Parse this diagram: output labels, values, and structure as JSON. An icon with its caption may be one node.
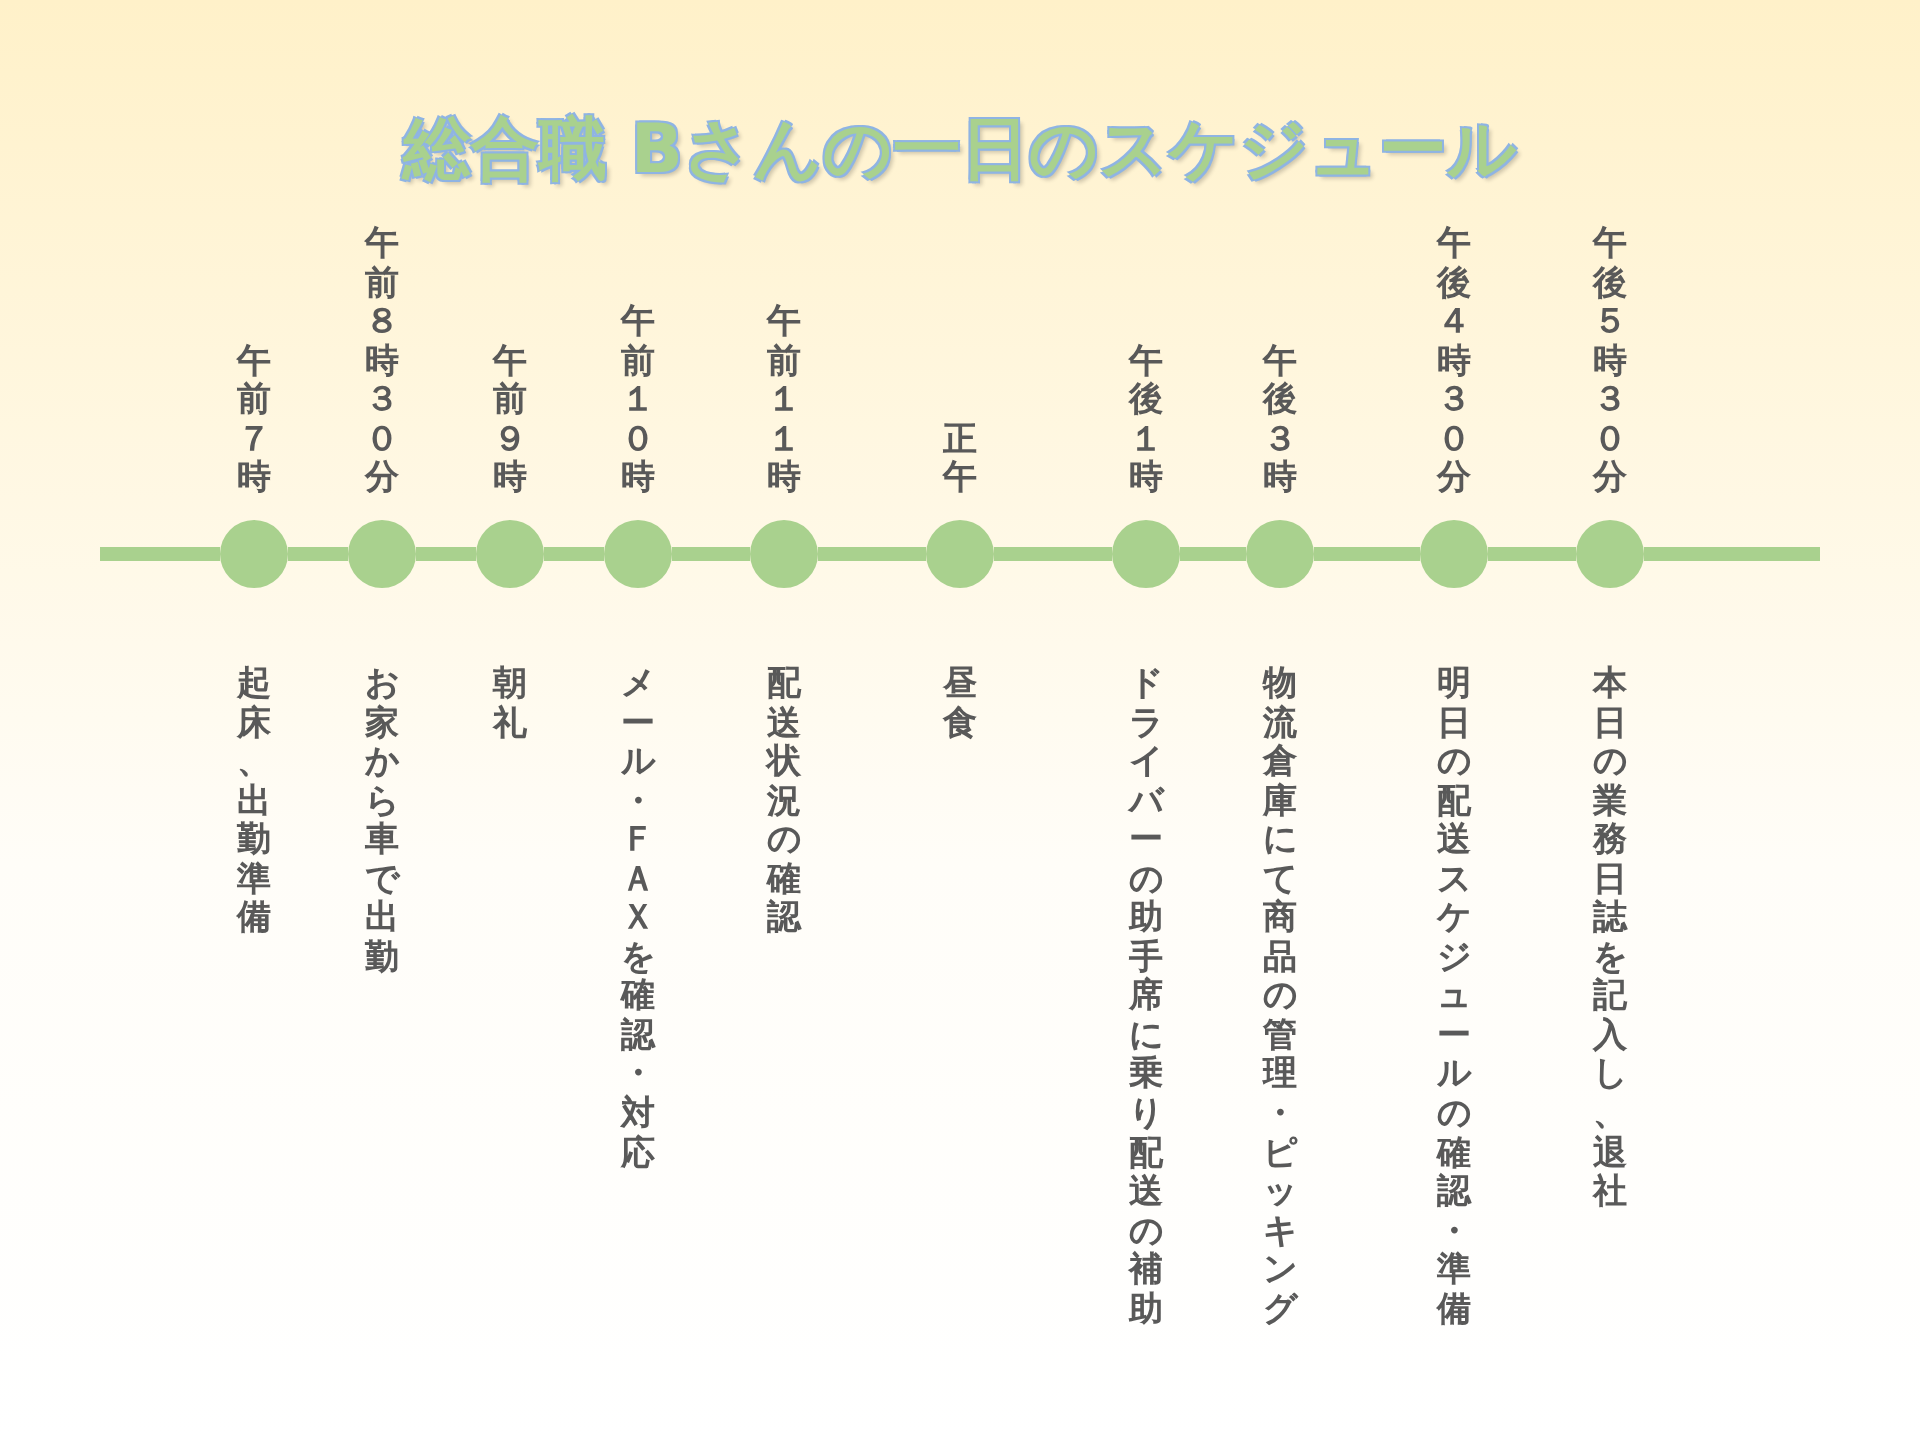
{
  "diagram": {
    "title": "総合職 Bさんの一日のスケジュール",
    "nodes": [
      {
        "text": [],
        "shape": "circle",
        "beside": [
          "午前７時",
          "起床、出勤準備"
        ]
      },
      {
        "text": [],
        "shape": "circle",
        "beside": [
          "午前８時３０分",
          "お家から車で出勤"
        ]
      },
      {
        "text": [],
        "shape": "circle",
        "beside": [
          "午前９時",
          "朝礼"
        ]
      },
      {
        "text": [],
        "shape": "circle",
        "beside": [
          "午前１０時",
          "メール・ＦＡＸを確認・対応"
        ]
      },
      {
        "text": [],
        "shape": "circle",
        "beside": [
          "午前１１時",
          "配送状況の確認"
        ]
      },
      {
        "text": [],
        "shape": "circle",
        "beside": [
          "正午",
          "昼食"
        ]
      },
      {
        "text": [],
        "shape": "circle",
        "beside": [
          "午後１時",
          "ドライバーの助手席に乗り配送の補助"
        ]
      },
      {
        "text": [],
        "shape": "circle",
        "beside": [
          "午後３時",
          "物流倉庫にて商品の管理・ピッキング"
        ]
      },
      {
        "text": [],
        "shape": "circle",
        "beside": [
          "午後４時３０分",
          "明日の配送スケジュールの確認・準備"
        ]
      },
      {
        "text": [],
        "shape": "circle",
        "beside": [
          "午後５時３０分",
          "本日の業務日誌を記入し、退社"
        ]
      }
    ],
    "edges": [
      {
        "from": 0,
        "to": 1,
        "arrow": "none"
      },
      {
        "from": 1,
        "to": 2,
        "arrow": "none"
      },
      {
        "from": 2,
        "to": 3,
        "arrow": "none"
      },
      {
        "from": 3,
        "to": 4,
        "arrow": "none"
      },
      {
        "from": 4,
        "to": 5,
        "arrow": "none"
      },
      {
        "from": 5,
        "to": 6,
        "arrow": "none"
      },
      {
        "from": 6,
        "to": 7,
        "arrow": "none"
      },
      {
        "from": 7,
        "to": 8,
        "arrow": "none"
      },
      {
        "from": 8,
        "to": 9,
        "arrow": "none"
      }
    ]
  }
}
